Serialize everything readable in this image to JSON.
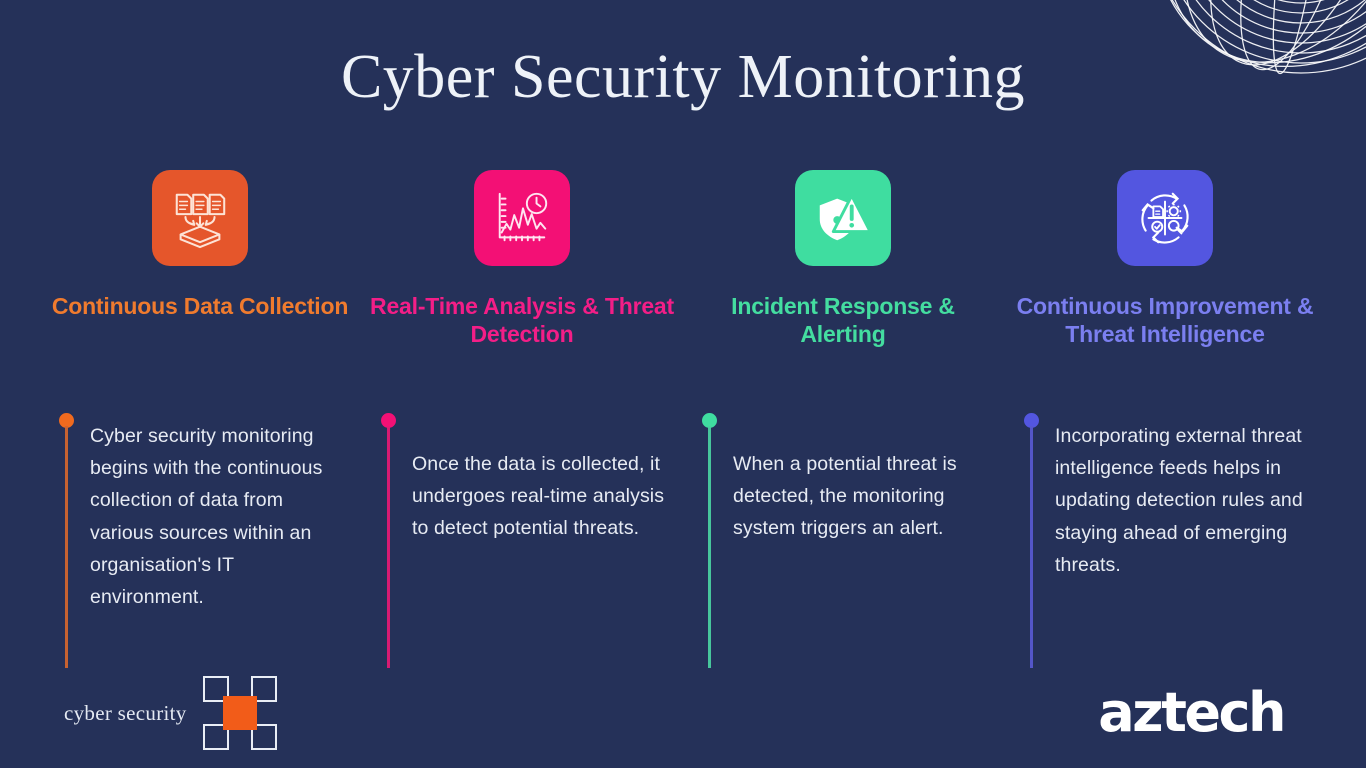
{
  "slide": {
    "title": "Cyber Security Monitoring",
    "background_color": "#253159"
  },
  "columns": [
    {
      "icon_name": "document-collection-icon",
      "tile_color": "#e5562b",
      "heading": "Continuous Data Collection",
      "heading_color": "#f07b2e",
      "accent_color": "#f06a1e",
      "body": "Cyber security monitoring begins with the continuous collection of data from various sources within an organisation's IT environment."
    },
    {
      "icon_name": "realtime-chart-clock-icon",
      "tile_color": "#f31075",
      "heading": "Real-Time Analysis & Threat Detection",
      "heading_color": "#f31e87",
      "accent_color": "#f31075",
      "body": "Once the data is collected, it undergoes real-time analysis to detect potential threats."
    },
    {
      "icon_name": "shield-alert-icon",
      "tile_color": "#3fdda0",
      "heading": "Incident Response & Alerting",
      "heading_color": "#44dda0",
      "accent_color": "#3fdda0",
      "body": "When a potential threat is detected, the monitoring system triggers an alert."
    },
    {
      "icon_name": "continuous-improvement-cycle-icon",
      "tile_color": "#5356e0",
      "heading": "Continuous Improvement & Threat Intelligence",
      "heading_color": "#7b7ff0",
      "accent_color": "#5356e0",
      "body": "Incorporating external threat intelligence feeds helps in updating detection rules and staying ahead of emerging threats."
    }
  ],
  "footer": {
    "cyber_security_label": "cyber security",
    "cyber_security_mark_color": "#f25c19",
    "brand_wordmark": "aztech"
  },
  "decoration": {
    "globe_name": "wireframe-globe-decoration",
    "line_color": "#ffffff"
  }
}
